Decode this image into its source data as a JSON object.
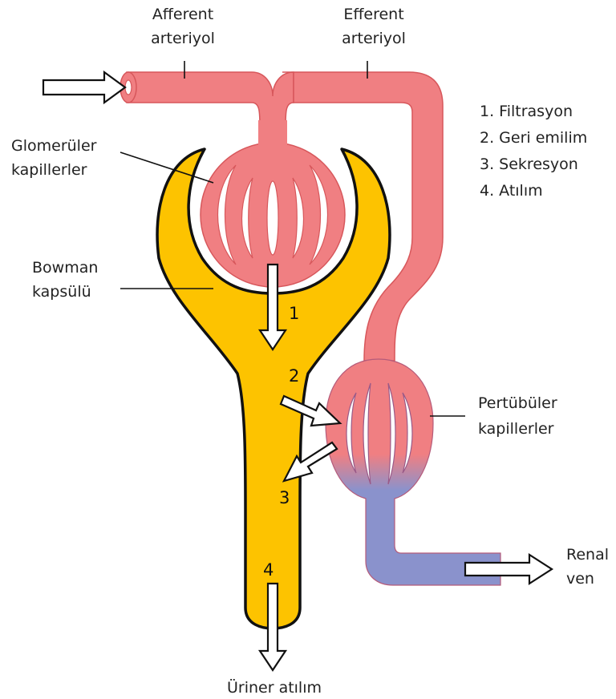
{
  "labels": {
    "afferent_1": "Afferent",
    "afferent_2": "arteriyol",
    "efferent_1": "Efferent",
    "efferent_2": "arteriyol",
    "glomerular_1": "Glomerüler",
    "glomerular_2": "kapillerler",
    "bowman_1": "Bowman",
    "bowman_2": "kapsülü",
    "peritubular_1": "Pertübüler",
    "peritubular_2": "kapillerler",
    "renal_1": "Renal",
    "renal_2": "ven",
    "urinary": "Üriner atılım"
  },
  "legend": {
    "items": [
      "1. Filtrasyon",
      "2. Geri emilim",
      "3. Sekresyon",
      "4. Atılım"
    ]
  },
  "steps": {
    "s1": "1",
    "s2": "2",
    "s3": "3",
    "s4": "4"
  },
  "colors": {
    "arterial": "#f07f82",
    "venous": "#8a92cc",
    "capsule": "#fdc300",
    "outline": "#111111"
  }
}
